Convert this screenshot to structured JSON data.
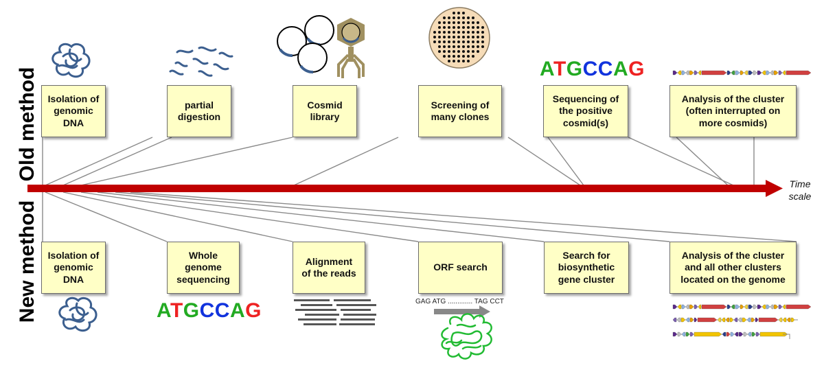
{
  "side_labels": {
    "old": "Old method",
    "new": "New method"
  },
  "time_label": {
    "line1": "Time",
    "line2": "scale"
  },
  "old_steps": [
    {
      "label": "Isolation of\ngenomic\nDNA"
    },
    {
      "label": "partial\ndigestion"
    },
    {
      "label": "Cosmid\nlibrary"
    },
    {
      "label": "Screening of\nmany clones"
    },
    {
      "label": "Sequencing of\nthe positive\ncosmid(s)"
    },
    {
      "label": "Analysis of the cluster\n(often interrupted on\nmore cosmids)"
    }
  ],
  "new_steps": [
    {
      "label": "Isolation of\ngenomic\nDNA"
    },
    {
      "label": "Whole\ngenome\nsequencing"
    },
    {
      "label": "Alignment\nof the reads"
    },
    {
      "label": "ORF search"
    },
    {
      "label": "Search for\nbiosynthetic\ngene cluster"
    },
    {
      "label": "Analysis of the cluster\nand all other clusters\nlocated on the genome"
    }
  ],
  "sequence_text": [
    "A",
    "T",
    "G",
    "C",
    "C",
    "A",
    "G"
  ],
  "orf_text": "GAG ATG ............. TAG CCT",
  "colors": {
    "timeline": "#c00000",
    "box_fill": "#ffffc6",
    "dna": "#3c5f8f",
    "phage": "#a09060",
    "protein": "#22bb33",
    "seq_letters": [
      "#22aa22",
      "#ee2222",
      "#22aa22",
      "#1133dd",
      "#1133dd",
      "#22aa22",
      "#ee2222"
    ]
  },
  "icons": [
    "genomic-dna-icon",
    "dna-fragments-icon",
    "cosmid-icon",
    "phage-icon",
    "colony-plate-icon",
    "gene-cluster-icon",
    "aligned-reads-icon",
    "orf-arrow-icon",
    "protein-icon"
  ]
}
